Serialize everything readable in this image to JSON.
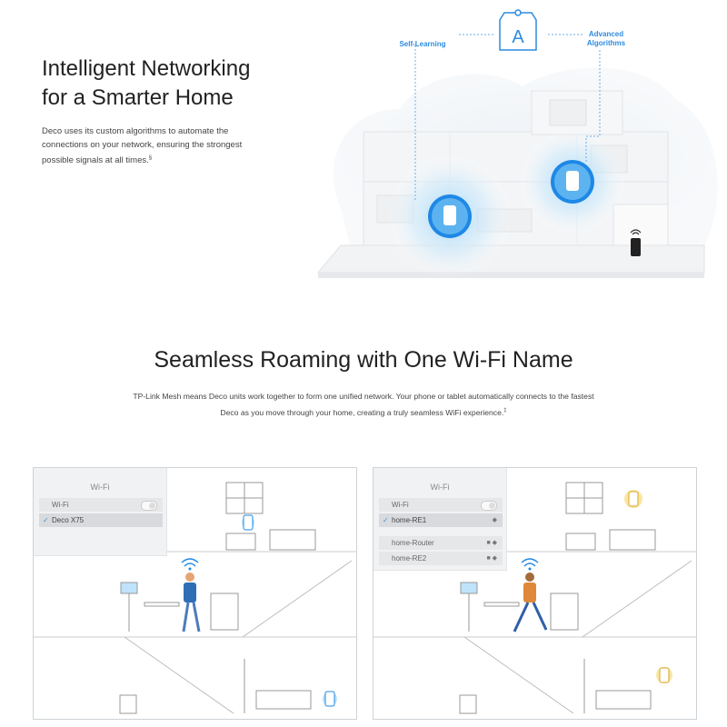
{
  "hero": {
    "title_line1": "Intelligent Networking",
    "title_line2": "for a Smarter Home",
    "description": "Deco uses its custom algorithms to automate the connections on your network, ensuring the strongest possible signals at all times.",
    "footnote_mark": "§",
    "labels": {
      "self_learning": "Self-Learning",
      "advanced_line1": "Advanced",
      "advanced_line2": "Algorithms",
      "ai_icon": "A"
    }
  },
  "roaming": {
    "title": "Seamless Roaming with One Wi-Fi Name",
    "desc_line1": "TP-Link Mesh means Deco units work together to form one unified network. Your phone or tablet automatically connects to the fastest",
    "desc_line2": "Deco as you move through your home, creating a truly seamless WiFi experience.",
    "desc_footnote": "‡"
  },
  "left_panel": {
    "popup_title": "Wi-Fi",
    "wifi_row_label": "Wi-Fi",
    "selected_network": "Deco X75"
  },
  "right_panel": {
    "popup_title": "Wi-Fi",
    "wifi_row_label": "Wi-Fi",
    "selected_network": "home-RE1",
    "other_networks": [
      "home-Router",
      "home-RE2"
    ]
  },
  "colors": {
    "accent_blue": "#1e88e5",
    "glow_blue": "#bfe3fa",
    "glow_yellow": "#f6d66b",
    "person_blue": "#2f6eb5",
    "person_orange": "#e0883a"
  }
}
